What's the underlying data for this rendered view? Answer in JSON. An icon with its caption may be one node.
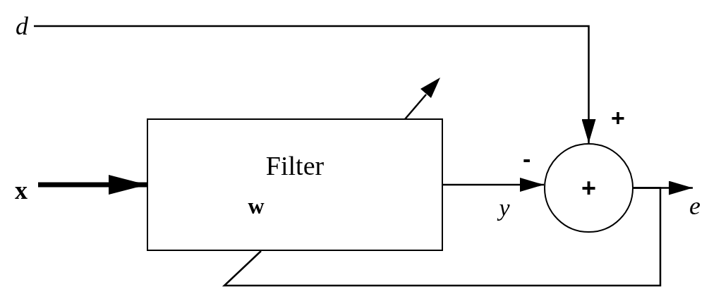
{
  "diagram": {
    "nodes": [
      {
        "text": [
          "d"
        ]
      },
      {
        "text": [
          "x"
        ]
      },
      {
        "text": [
          "Filter",
          "w"
        ]
      },
      {
        "text": [
          "+"
        ]
      },
      {
        "text": [
          "e"
        ]
      }
    ],
    "edges": [
      {
        "from": 0,
        "to": 3,
        "arrow": "to"
      },
      {
        "from": 1,
        "to": 2,
        "arrow": "to",
        "style": "thick"
      },
      {
        "from": 2,
        "to": 3,
        "arrow": "to",
        "label": "y"
      },
      {
        "from": 3,
        "to": 4,
        "arrow": "to"
      },
      {
        "from": 3,
        "to": 2,
        "arrow": "none"
      }
    ],
    "labels": [
      "-",
      "+"
    ]
  }
}
